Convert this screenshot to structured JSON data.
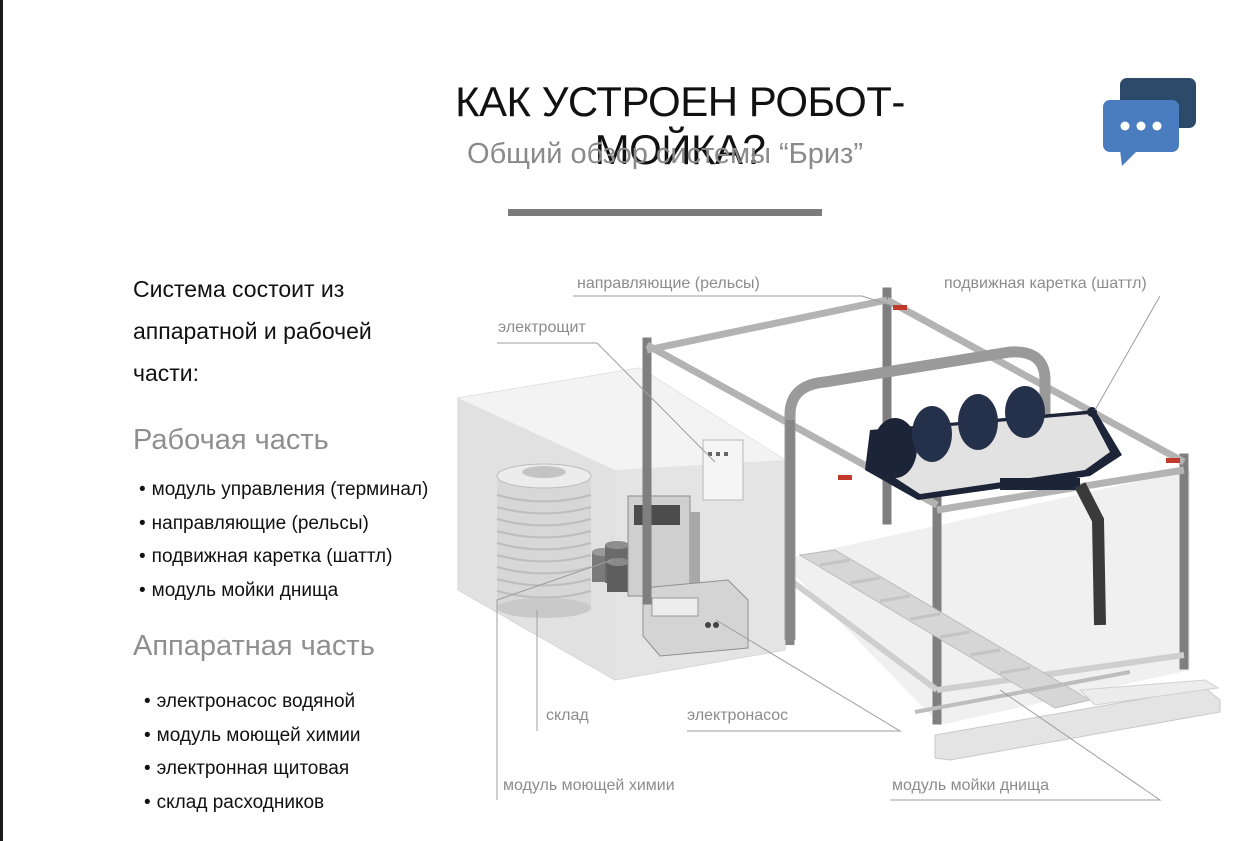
{
  "header": {
    "title": "КАК УСТРОЕН РОБОТ-МОЙКА?",
    "subtitle": "Общий обзор системы “Бриз”"
  },
  "intro_text": {
    "line1": "Система состоит из",
    "line2": "аппаратной и рабочей",
    "line3": "части:"
  },
  "working_part": {
    "title": "Рабочая часть",
    "items": [
      "модуль управления (терминал)",
      "направляющие (рельсы)",
      "подвижная каретка (шаттл)",
      "модуль мойки днища"
    ]
  },
  "hardware_part": {
    "title": "Аппаратная часть",
    "items": [
      "электронасос водяной",
      "модуль моющей химии",
      "электронная щитовая",
      "склад расходников"
    ]
  },
  "callouts": {
    "rails": "направляющие (рельсы)",
    "shuttle": "подвижная каретка (шаттл)",
    "panel": "электрощит",
    "storage": "склад",
    "pump": "электронасос",
    "chemistry": "модуль моющей химии",
    "underbody": "модуль мойки днища"
  },
  "icons": {
    "chat": "chat-bubbles-icon"
  },
  "colors": {
    "chat_back": "#2d4a6b",
    "chat_front": "#4a7dbf",
    "accent_red": "#c0392b",
    "shuttle_dark": "#1c2438"
  }
}
